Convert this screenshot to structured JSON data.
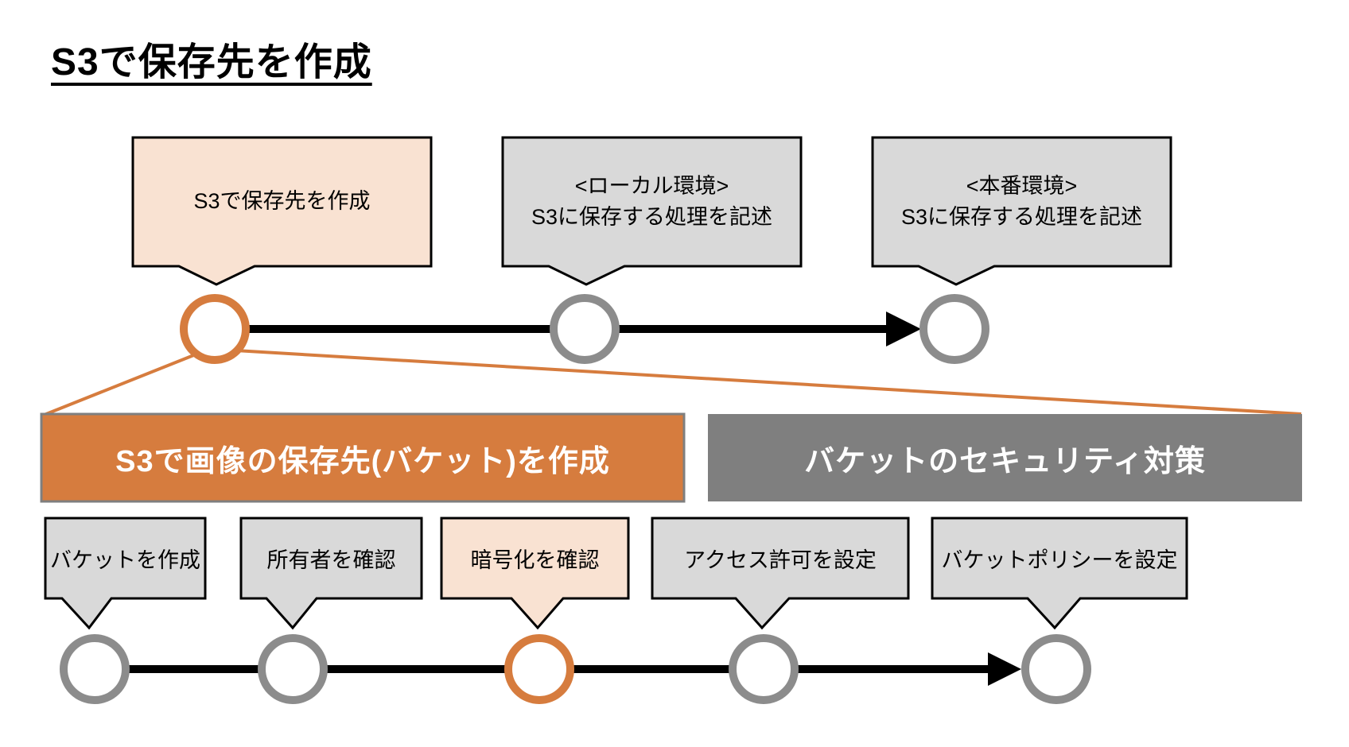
{
  "title": "S3で保存先を作成",
  "colors": {
    "accent_orange": "#D67C3E",
    "highlight_peach": "#F9E2D2",
    "bubble_gray": "#D9D9D9",
    "bar_gray": "#7F7F7F",
    "node_gray": "#8C8C8C",
    "line_black": "#000000"
  },
  "top_timeline": {
    "steps": [
      {
        "line1": "S3で保存先を作成",
        "line2": "",
        "highlighted": true
      },
      {
        "line1": "<ローカル環境>",
        "line2": "S3に保存する処理を記述",
        "highlighted": false
      },
      {
        "line1": "<本番環境>",
        "line2": "S3に保存する処理を記述",
        "highlighted": false
      }
    ]
  },
  "detail_section": {
    "headers": [
      {
        "label": "S3で画像の保存先(バケット)を作成",
        "style": "orange"
      },
      {
        "label": "バケットのセキュリティ対策",
        "style": "gray"
      }
    ],
    "steps": [
      {
        "label": "バケットを作成",
        "highlighted": false
      },
      {
        "label": "所有者を確認",
        "highlighted": false
      },
      {
        "label": "暗号化を確認",
        "highlighted": true
      },
      {
        "label": "アクセス許可を設定",
        "highlighted": false
      },
      {
        "label": "バケットポリシーを設定",
        "highlighted": false
      }
    ]
  }
}
